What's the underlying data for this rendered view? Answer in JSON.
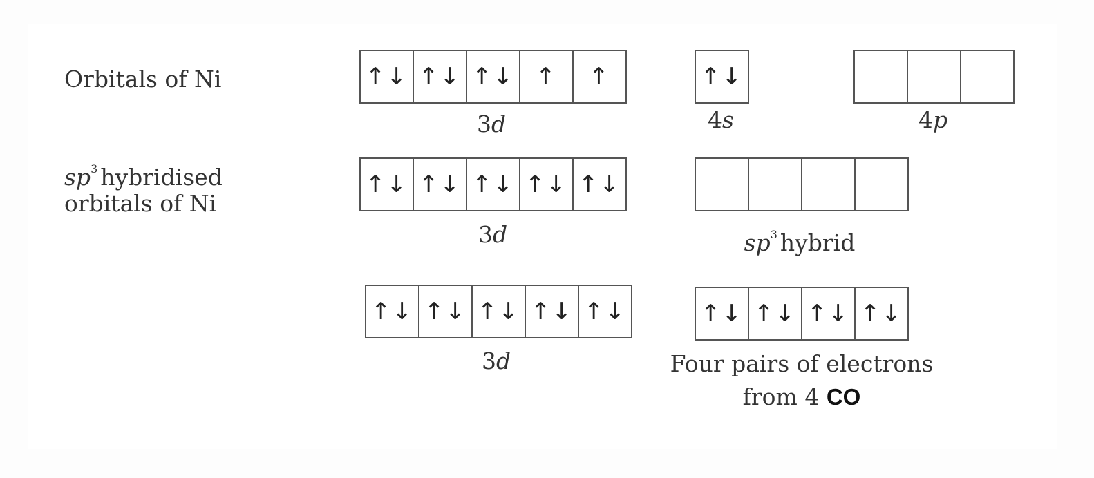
{
  "labels": {
    "row1": "Orbitals of Ni",
    "row2_sp": "sp",
    "row2_exp": "3",
    "row2_rest": "hybridised",
    "row2_line2": "orbitals of Ni"
  },
  "groups": {
    "r1_3d": {
      "cells": [
        "↑↓",
        "↑↓",
        "↑↓",
        "↑",
        "↑"
      ],
      "caption_num": "3",
      "caption_it": "d"
    },
    "r1_4s": {
      "cells": [
        "↑↓"
      ],
      "caption_num": "4",
      "caption_it": "s"
    },
    "r1_4p": {
      "cells": [
        "",
        "",
        ""
      ],
      "caption_num": "4",
      "caption_it": "p"
    },
    "r2_3d": {
      "cells": [
        "↑↓",
        "↑↓",
        "↑↓",
        "↑↓",
        "↑↓"
      ],
      "caption_num": "3",
      "caption_it": "d"
    },
    "r2_sp3": {
      "cells": [
        "",
        "",
        "",
        ""
      ],
      "caption_it": "sp",
      "caption_exp": "3",
      "caption_rest": "hybrid"
    },
    "r3_3d": {
      "cells": [
        "↑↓",
        "↑↓",
        "↑↓",
        "↑↓",
        "↑↓"
      ],
      "caption_num": "3",
      "caption_it": "d"
    },
    "r3_pairs": {
      "cells": [
        "↑↓",
        "↑↓",
        "↑↓",
        "↑↓"
      ],
      "caption_line1": "Four pairs of electrons",
      "caption_line2": "from 4",
      "caption_co": "CO"
    }
  }
}
